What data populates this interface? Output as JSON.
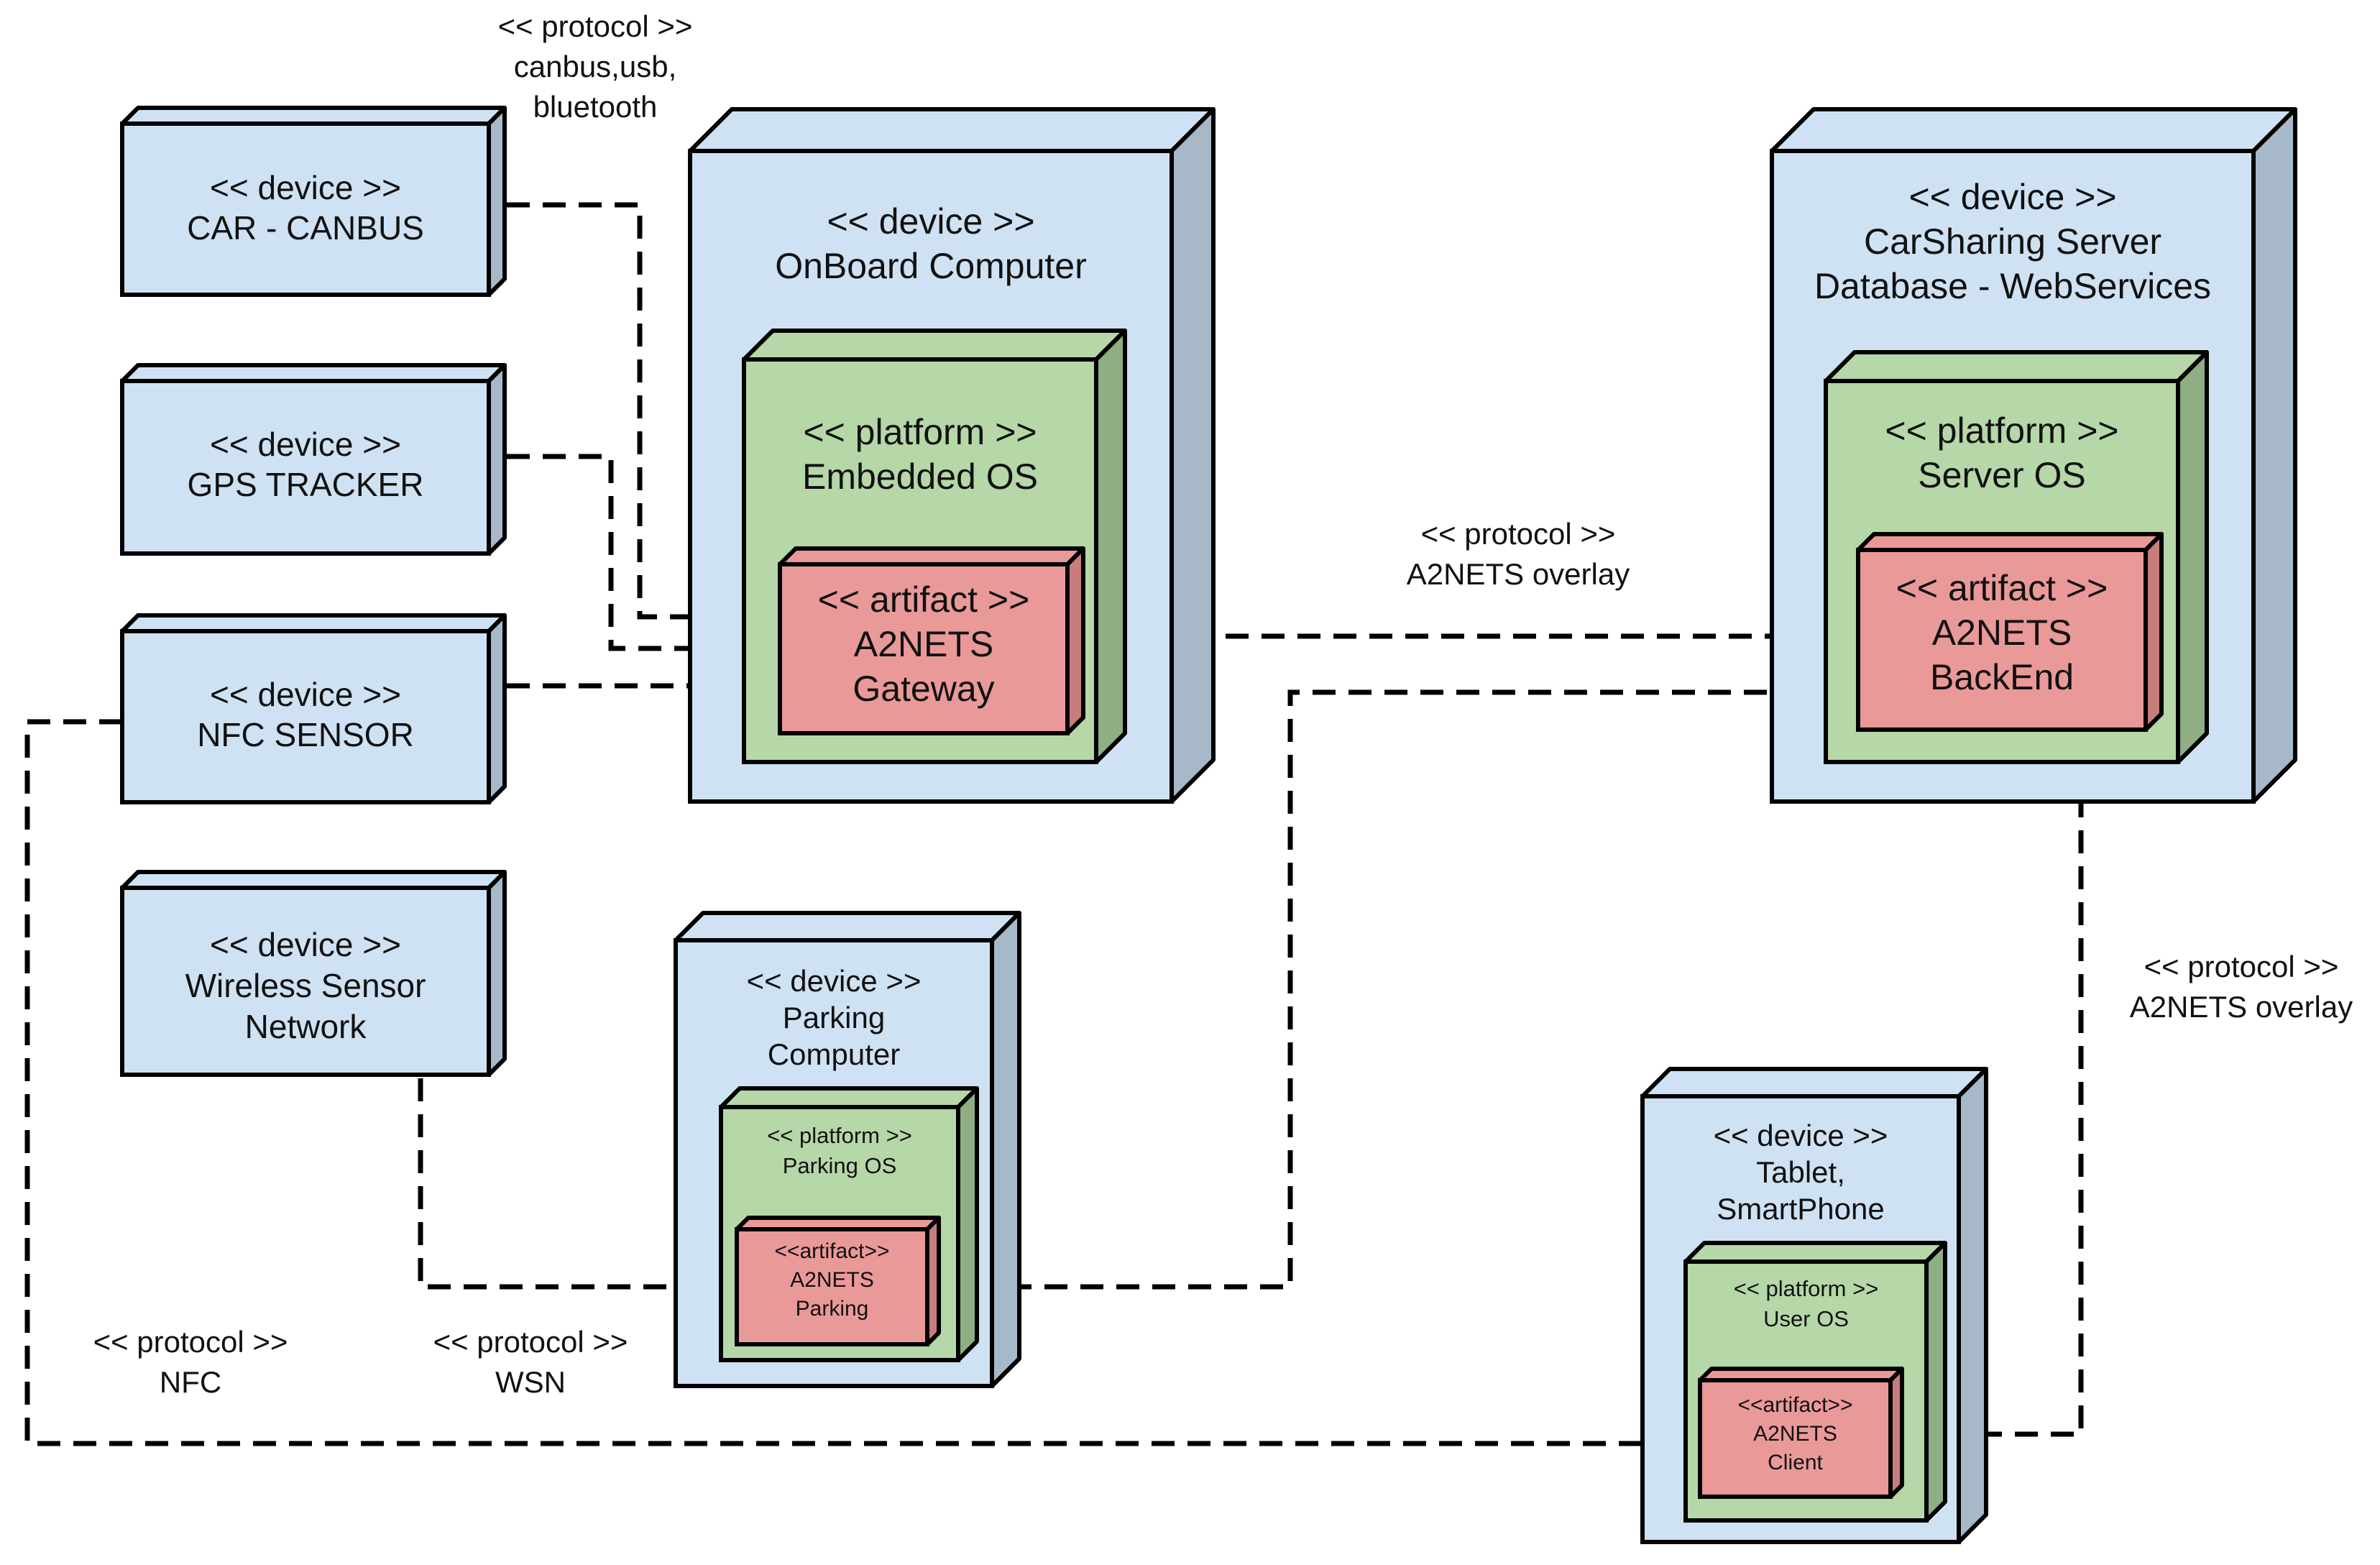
{
  "colors": {
    "device_front": "#cfe2f3",
    "device_side": "#a7b8c8",
    "platform_front": "#b6d7a8",
    "platform_side": "#8fae84",
    "artifact_front": "#ea9999",
    "artifact_side": "#c87d7d",
    "stroke": "#000000",
    "connector": "#000000"
  },
  "nodes": {
    "car_canbus": {
      "lines": [
        "<< device >>",
        "CAR - CANBUS"
      ]
    },
    "gps_tracker": {
      "lines": [
        "<< device >>",
        "GPS TRACKER"
      ]
    },
    "nfc_sensor": {
      "lines": [
        "<< device >>",
        "NFC SENSOR"
      ]
    },
    "wsn": {
      "lines": [
        "<< device >>",
        "Wireless Sensor",
        "Network"
      ]
    },
    "onboard": {
      "lines": [
        "<< device >>",
        "OnBoard Computer"
      ]
    },
    "embedded_os": {
      "lines": [
        "<< platform >>",
        "Embedded OS"
      ]
    },
    "gateway": {
      "lines": [
        "<< artifact >>",
        "A2NETS",
        "Gateway"
      ]
    },
    "server": {
      "lines": [
        "<< device >>",
        "CarSharing Server",
        "Database - WebServices"
      ]
    },
    "server_os": {
      "lines": [
        "<< platform >>",
        "Server OS"
      ]
    },
    "backend": {
      "lines": [
        "<< artifact >>",
        "A2NETS",
        "BackEnd"
      ]
    },
    "parking": {
      "lines": [
        "<< device >>",
        "Parking",
        "Computer"
      ]
    },
    "parking_os": {
      "lines": [
        "<< platform >>",
        "Parking OS"
      ]
    },
    "parking_art": {
      "lines": [
        "<<artifact>>",
        "A2NETS",
        "Parking"
      ]
    },
    "tablet": {
      "lines": [
        "<< device >>",
        "Tablet,",
        "SmartPhone"
      ]
    },
    "user_os": {
      "lines": [
        "<< platform >>",
        "User OS"
      ]
    },
    "client": {
      "lines": [
        "<<artifact>>",
        "A2NETS",
        "Client"
      ]
    }
  },
  "labels": {
    "canbus": {
      "lines": [
        "<< protocol >>",
        "canbus,usb,",
        "bluetooth"
      ]
    },
    "overlay_top": {
      "lines": [
        "<< protocol >>",
        "A2NETS overlay"
      ]
    },
    "overlay_right": {
      "lines": [
        "<< protocol >>",
        "A2NETS overlay"
      ]
    },
    "nfc": {
      "lines": [
        "<< protocol >>",
        "NFC"
      ]
    },
    "wsn": {
      "lines": [
        "<< protocol >>",
        "WSN"
      ]
    }
  }
}
